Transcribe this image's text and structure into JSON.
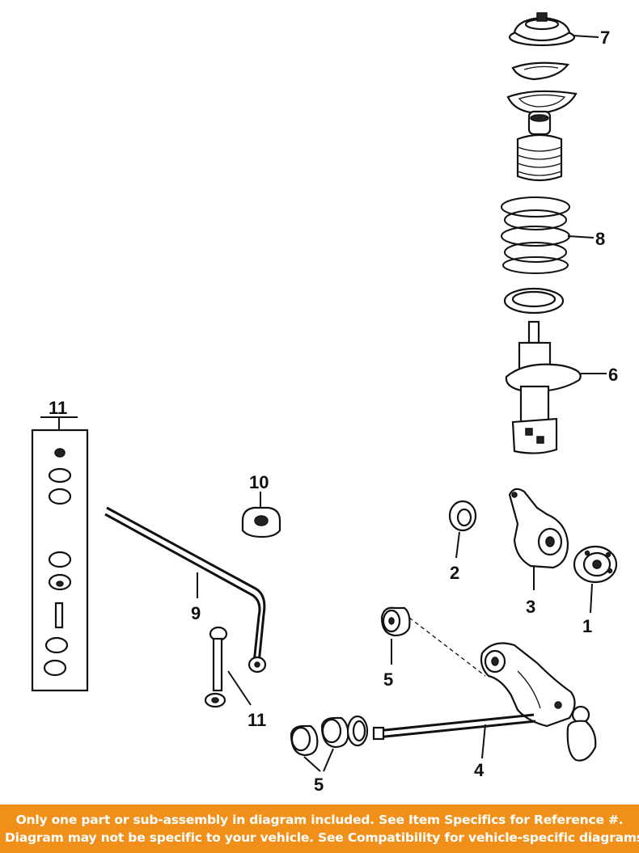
{
  "callouts": {
    "c1": "1",
    "c2": "2",
    "c3": "3",
    "c4": "4",
    "c5a": "5",
    "c5b": "5",
    "c6": "6",
    "c7": "7",
    "c8": "8",
    "c9": "9",
    "c10": "10",
    "c11a": "11",
    "c11b": "11"
  },
  "notice": {
    "line1": "Only one part or sub-assembly in diagram included. See Item Specifics for Reference #.",
    "line2": "Diagram may not be specific to your vehicle. See Compatibility for vehicle-specific diagrams."
  },
  "colors": {
    "banner": "#f0901a",
    "ink": "#111111",
    "background": "#ffffff"
  }
}
